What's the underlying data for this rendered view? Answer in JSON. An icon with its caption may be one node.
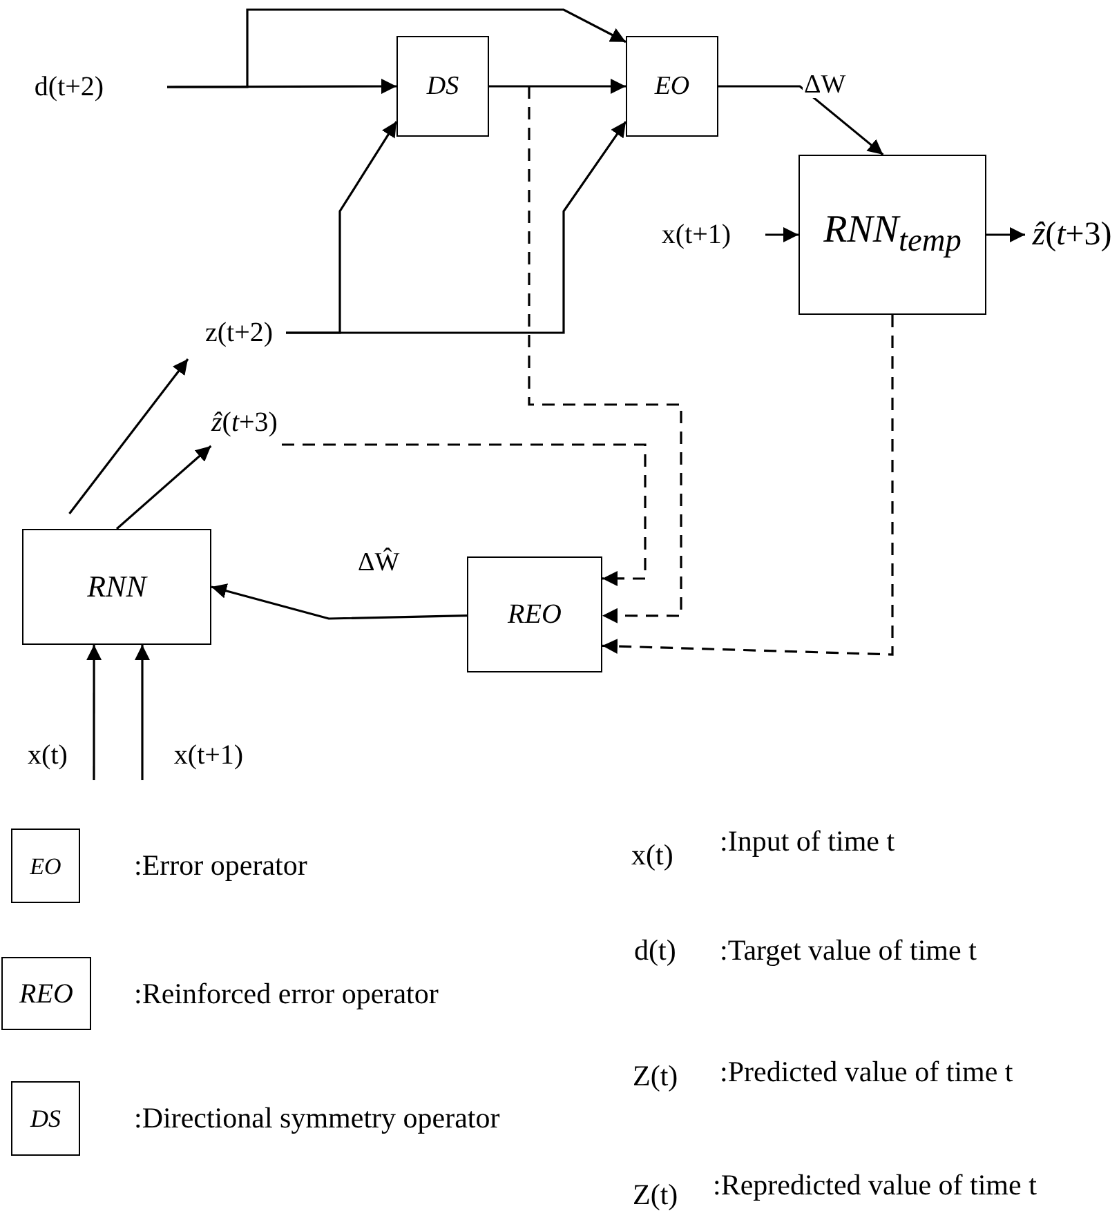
{
  "diagram": {
    "nodes": [
      {
        "text": [
          "d(t+2)"
        ]
      },
      {
        "text": [
          "DS"
        ]
      },
      {
        "text": [
          "EO"
        ]
      },
      {
        "text": [
          "RNN$_{temp}$"
        ]
      },
      {
        "text": [
          "x(t+1)"
        ]
      },
      {
        "text": [
          "*ẑ*(*t*+3)"
        ]
      },
      {
        "text": [
          "z(t+2)"
        ]
      },
      {
        "text": [
          "*ẑ*(*t*+3)"
        ]
      },
      {
        "text": [
          "RNN"
        ]
      },
      {
        "text": [
          "REO"
        ]
      },
      {
        "text": [
          "x(t)"
        ]
      },
      {
        "text": [
          "x(t+1)"
        ]
      },
      {
        "text": [
          "EO"
        ],
        "beside": [
          ":Error operator"
        ]
      },
      {
        "text": [
          "REO"
        ],
        "beside": [
          ":Reinforced error operator"
        ]
      },
      {
        "text": [
          "DS"
        ],
        "beside": [
          ":Directional symmetry operator"
        ]
      }
    ],
    "edges": [
      {
        "from": 0,
        "to": 1,
        "arrow": "to"
      },
      {
        "from": 0,
        "to": 2,
        "arrow": "to"
      },
      {
        "from": 6,
        "to": 1,
        "arrow": "to"
      },
      {
        "from": 6,
        "to": 2,
        "arrow": "to"
      },
      {
        "from": 1,
        "to": 2,
        "arrow": "to"
      },
      {
        "from": 2,
        "to": 3,
        "arrow": "to",
        "label": "ΔW"
      },
      {
        "from": 4,
        "to": 3,
        "arrow": "to"
      },
      {
        "from": 3,
        "to": 5,
        "arrow": "to"
      },
      {
        "from": 8,
        "to": 6,
        "arrow": "to"
      },
      {
        "from": 8,
        "to": 7,
        "arrow": "to"
      },
      {
        "from": 7,
        "to": 9,
        "arrow": "to",
        "style": "dashed"
      },
      {
        "from": 1,
        "to": 9,
        "arrow": "to",
        "style": "dashed"
      },
      {
        "from": 3,
        "to": 9,
        "arrow": "to",
        "style": "dashed"
      },
      {
        "from": 9,
        "to": 8,
        "arrow": "to",
        "label": "ΔŴ"
      },
      {
        "from": 10,
        "to": 8,
        "arrow": "to"
      },
      {
        "from": 11,
        "to": 8,
        "arrow": "to"
      }
    ],
    "labels": [
      "x(t)",
      ":Input of time t",
      "d(t)",
      ":Target value of time t",
      "Z(t)",
      ":Predicted value of time t",
      "Z(t)",
      ":Repredicted value of time t"
    ]
  }
}
